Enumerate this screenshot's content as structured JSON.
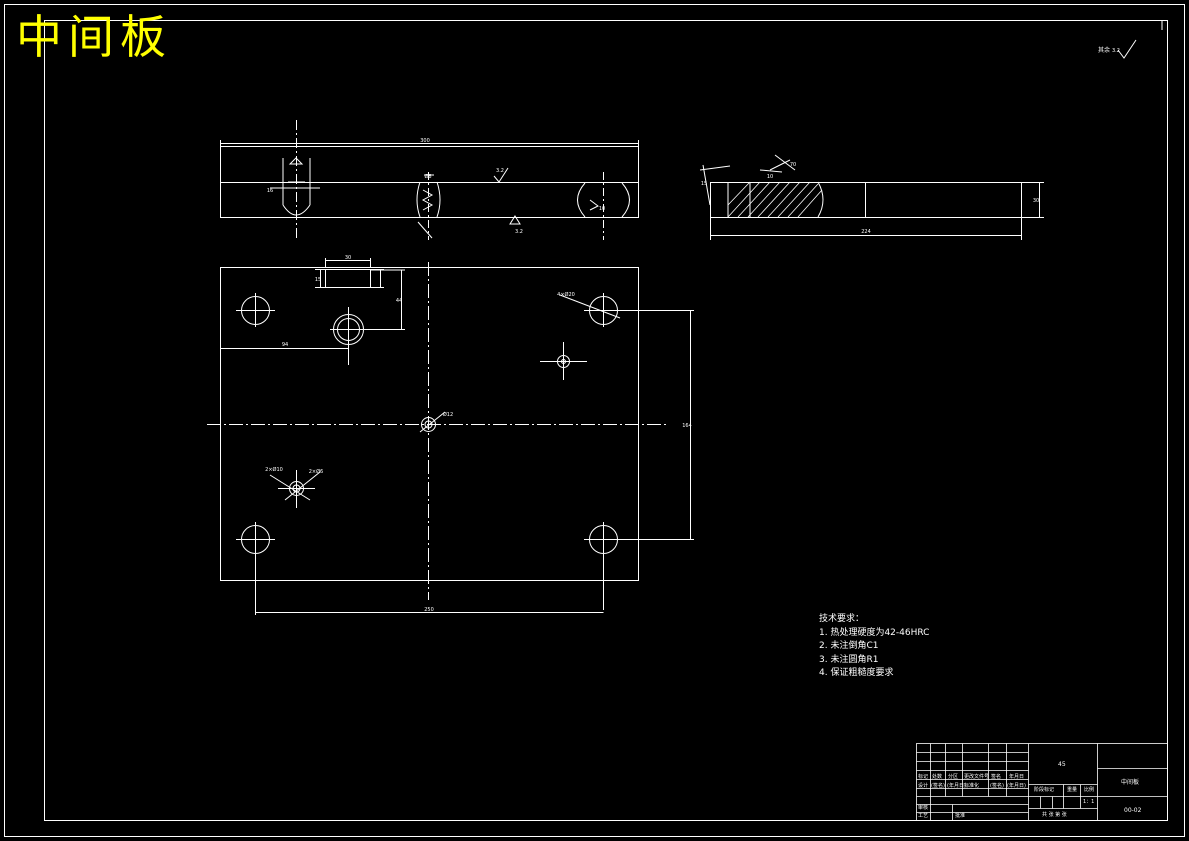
{
  "drawing_title": "中间板",
  "roughness_note": {
    "label": "其余",
    "value": "3.2"
  },
  "top_view_dims": {
    "overall_length": "300",
    "hole_diam": "Ø8",
    "roughness_top": "3.2",
    "roughness_bottom": "3.2",
    "depth_a": "16",
    "depth_b": "10"
  },
  "side_view_dims": {
    "length": "224",
    "height": "30",
    "slot_a": "15",
    "slot_b": "10",
    "angle": "70"
  },
  "plan_view_dims": {
    "slot_width": "30",
    "slot_height": "15",
    "slot_offset": "44",
    "hole_offset_x": "94",
    "hole_spacing_x": "250",
    "hole_spacing_y": "164",
    "center_hole": "Ø12",
    "corner_holes": "4×Ø20",
    "pin_hole_a": "2×Ø10",
    "pin_hole_b": "2×Ø6"
  },
  "tech_notes": {
    "title": "技术要求：",
    "items": [
      "1. 热处理硬度为42-46HRC",
      "2. 未注倒角C1",
      "3. 未注圆角R1",
      "4. 保证粗糙度要求"
    ]
  },
  "title_block": {
    "material": "45",
    "part_name": "中间板",
    "drawing_no": "00-02",
    "scale": "1：1",
    "row_labels": [
      "标记",
      "处数",
      "分区",
      "更改文件号",
      "签名",
      "年月日"
    ],
    "design_row": [
      "设计",
      "(签名)",
      "(年月日)",
      "标准化",
      "(签名)",
      "(年月日)"
    ],
    "stage_labels": [
      "阶段标记",
      "重量",
      "比例"
    ],
    "review": "审核",
    "process": "工艺",
    "approve": "批准",
    "sheet": "共 张 第 张"
  }
}
